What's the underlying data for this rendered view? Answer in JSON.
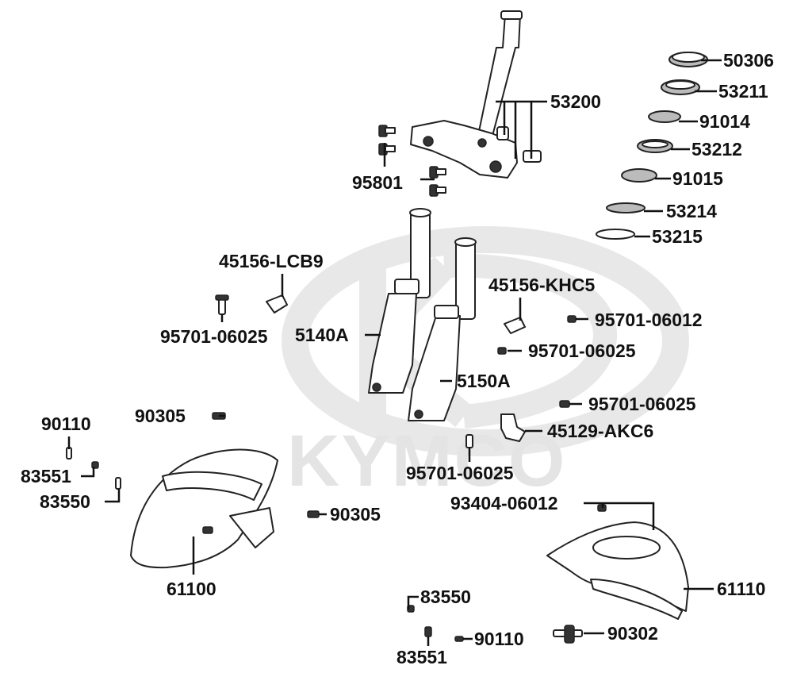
{
  "watermark": {
    "brand": "KYMCO"
  },
  "parts": {
    "p50306": "50306",
    "p53211": "53211",
    "p91014": "91014",
    "p53212": "53212",
    "p91015": "91015",
    "p53214": "53214",
    "p53215": "53215",
    "p53200": "53200",
    "p95801": "95801",
    "p45156_lcb9": "45156-LCB9",
    "p45156_khc5": "45156-KHC5",
    "p95701_06025_left": "95701-06025",
    "p95701_06012_right": "95701-06012",
    "p5140a": "5140A",
    "p95701_06025_mid": "95701-06025",
    "p5150a": "5150A",
    "p90305_top": "90305",
    "p95701_06025_right": "95701-06025",
    "p90110_left": "90110",
    "p45129_akc6": "45129-AKC6",
    "p83551_left": "83551",
    "p83550_left": "83550",
    "p95701_06025_bottom": "95701-06025",
    "p93404_06012": "93404-06012",
    "p90305_mid": "90305",
    "p61100": "61100",
    "p61110": "61110",
    "p83550_bottom": "83550",
    "p90302": "90302",
    "p90110_bottom": "90110",
    "p83551_bottom": "83551"
  }
}
